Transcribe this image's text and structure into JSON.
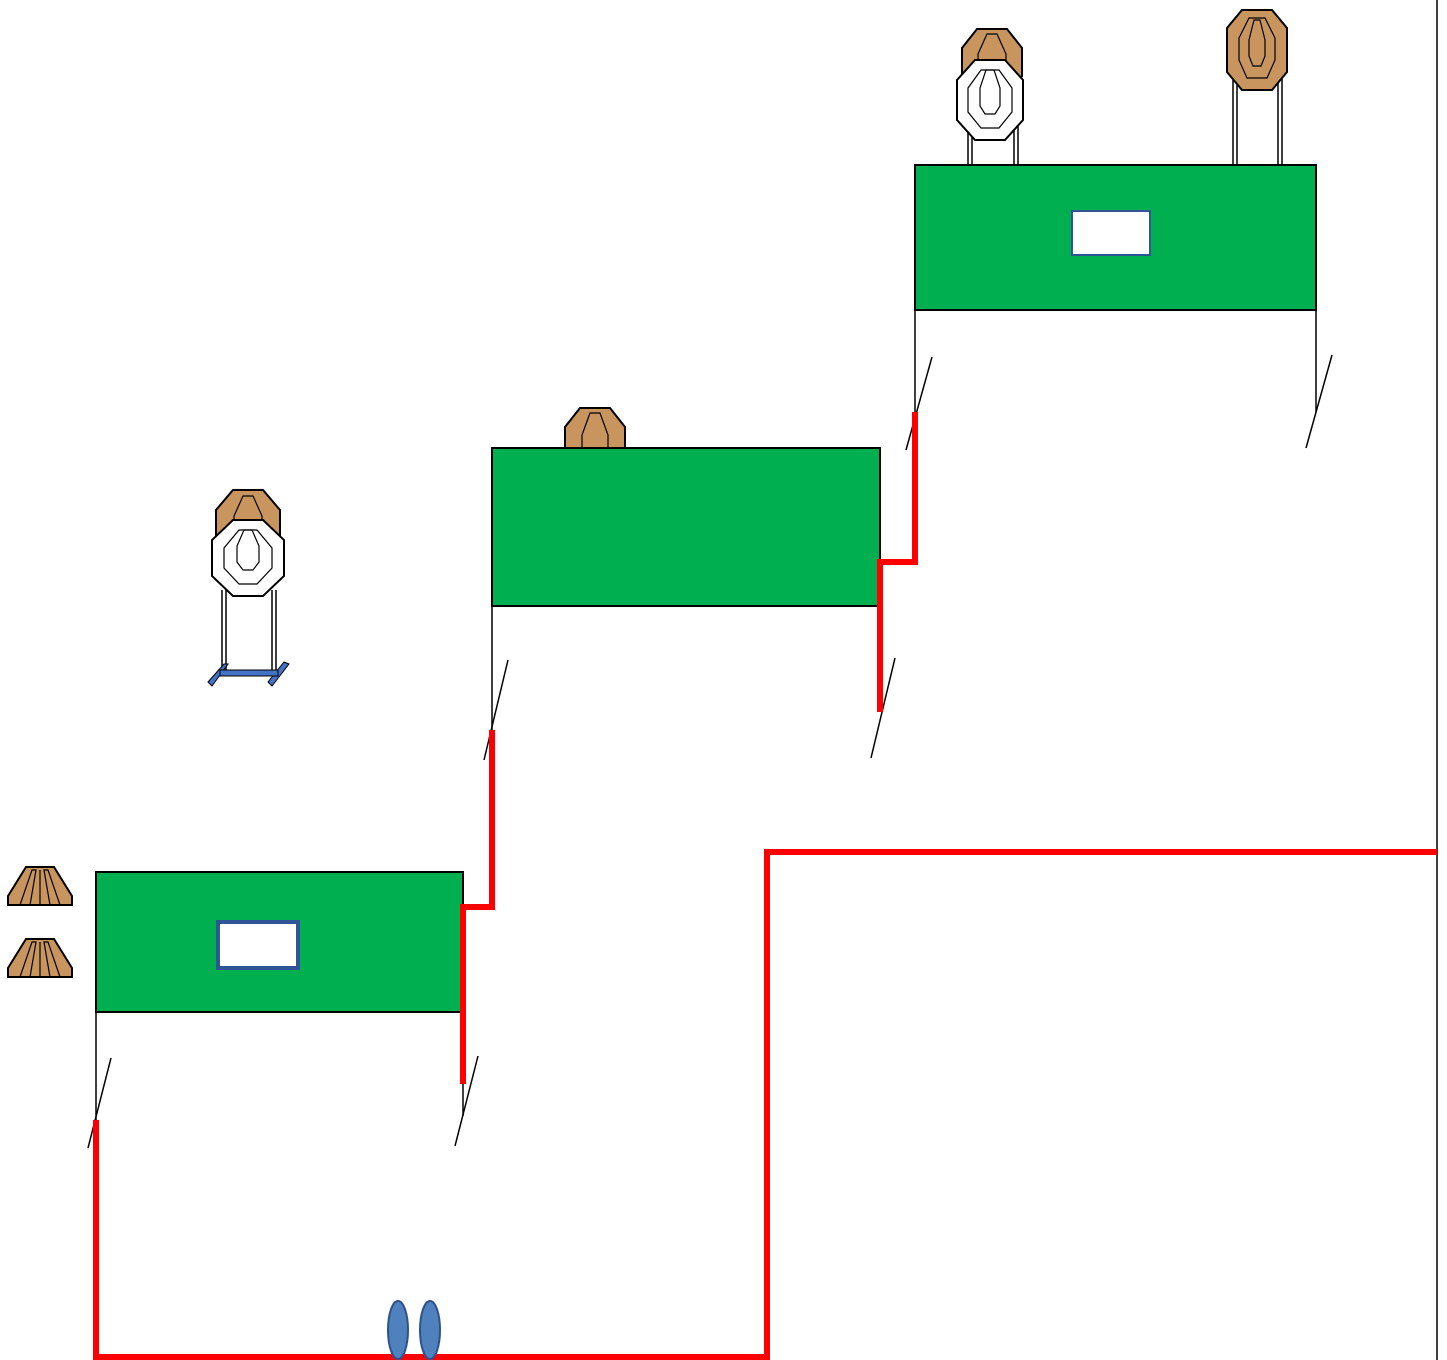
{
  "diagram": {
    "type": "shooting-stage-layout",
    "colors": {
      "background": "#ffffff",
      "wall": "#00b050",
      "wall_outline": "#000000",
      "fault_line": "#ff0000",
      "target_paper": "#c8955f",
      "target_noshoot": "#ffffff",
      "window_fill": "#ffffff",
      "window_outline": "#2f5597",
      "stand_base": "#4472c4",
      "start_position": "#4f81bd"
    },
    "elements": [
      {
        "kind": "wall",
        "count": 3
      },
      {
        "kind": "wall-window",
        "count": 2
      },
      {
        "kind": "paper-target",
        "count": 6
      },
      {
        "kind": "no-shoot-target",
        "count": 2
      },
      {
        "kind": "fault-line",
        "count": 1
      },
      {
        "kind": "start-position-feet",
        "count": 2
      }
    ],
    "labels": []
  }
}
